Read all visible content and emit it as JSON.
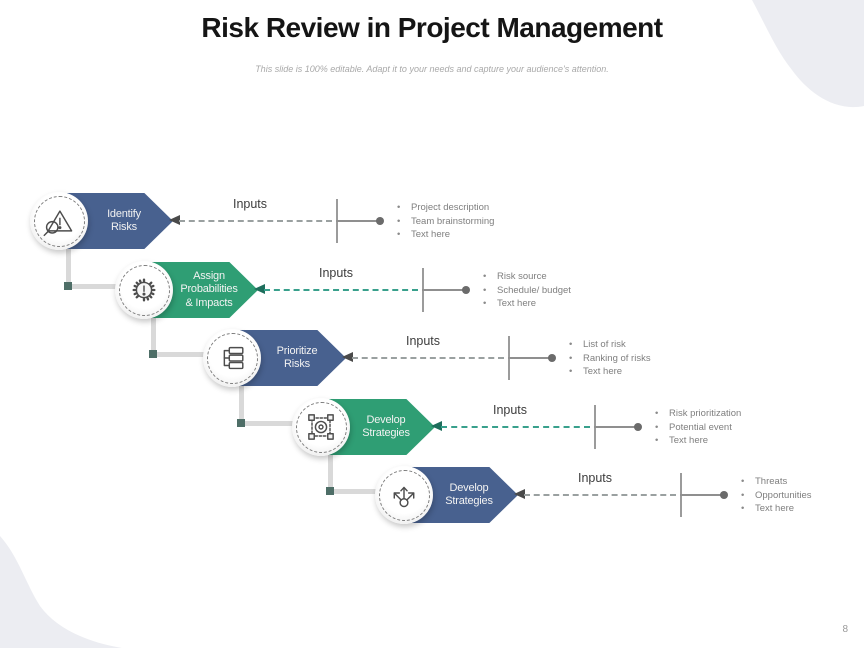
{
  "slide": {
    "title": "Risk Review in Project Management",
    "subtitle": "This slide is 100% editable. Adapt it to your needs and capture your audience's attention.",
    "page_number": "8"
  },
  "colors": {
    "step_blue": "#48618f",
    "step_green": "#2f9e74",
    "dash_gray": "#9aa0a0",
    "dash_teal": "#38a08c",
    "connector_gray": "#d9d9d9",
    "elbow_square": "#4e6e67",
    "bullet_text": "#7f7f7f",
    "corner_blob": "#ecedf2"
  },
  "steps": [
    {
      "id": "identify-risks",
      "label": "Identify\nRisks",
      "color": "blue",
      "icon": "risk-magnifier-icon",
      "inputs_label": "Inputs",
      "bullets": [
        "Project description",
        "Team brainstorming",
        "Text here"
      ]
    },
    {
      "id": "assign-probabilities-impacts",
      "label": "Assign\nProbabilities\n& Impacts",
      "color": "green",
      "icon": "gear-alert-icon",
      "inputs_label": "Inputs",
      "bullets": [
        "Risk source",
        "Schedule/ budget",
        "Text here"
      ]
    },
    {
      "id": "prioritize-risks",
      "label": "Prioritize\nRisks",
      "color": "blue",
      "icon": "list-hierarchy-icon",
      "inputs_label": "Inputs",
      "bullets": [
        "List of risk",
        "Ranking of risks",
        "Text here"
      ]
    },
    {
      "id": "develop-strategies-1",
      "label": "Develop\nStrategies",
      "color": "green",
      "icon": "process-target-icon",
      "inputs_label": "Inputs",
      "bullets": [
        "Risk prioritization",
        "Potential event",
        "Text here"
      ]
    },
    {
      "id": "develop-strategies-2",
      "label": "Develop\nStrategies",
      "color": "blue",
      "icon": "split-arrows-icon",
      "inputs_label": "Inputs",
      "bullets": [
        "Threats",
        "Opportunities",
        "Text here"
      ]
    }
  ]
}
